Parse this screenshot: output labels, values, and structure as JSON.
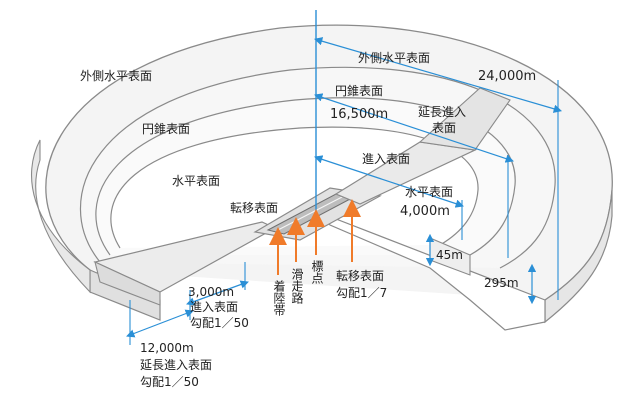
{
  "labels": {
    "outer_horizontal_left": "外側水平表面",
    "outer_horizontal_right": "外側水平表面",
    "conical_left": "円錐表面",
    "conical_right": "円錐表面",
    "horizontal_left": "水平表面",
    "horizontal_right": "水平表面",
    "transitional_top": "転移表面",
    "extended_approach_line1": "延長進入",
    "extended_approach_line2": "表面",
    "approach_right": "進入表面",
    "dist_24000": "24,000m",
    "dist_16500": "16,500m",
    "dist_4000": "4,000m",
    "height_45": "45m",
    "height_295": "295m",
    "approach_len": "3,000m",
    "approach_surface": "進入表面",
    "approach_slope": "勾配1／50",
    "ext_len": "12,000m",
    "ext_surface": "延長進入表面",
    "ext_slope": "勾配1／50",
    "landing_strip": "着陸帯",
    "runway": "滑走路",
    "reference_point": "標点",
    "transitional_bottom": "転移表面",
    "transitional_slope": "勾配1／7"
  }
}
